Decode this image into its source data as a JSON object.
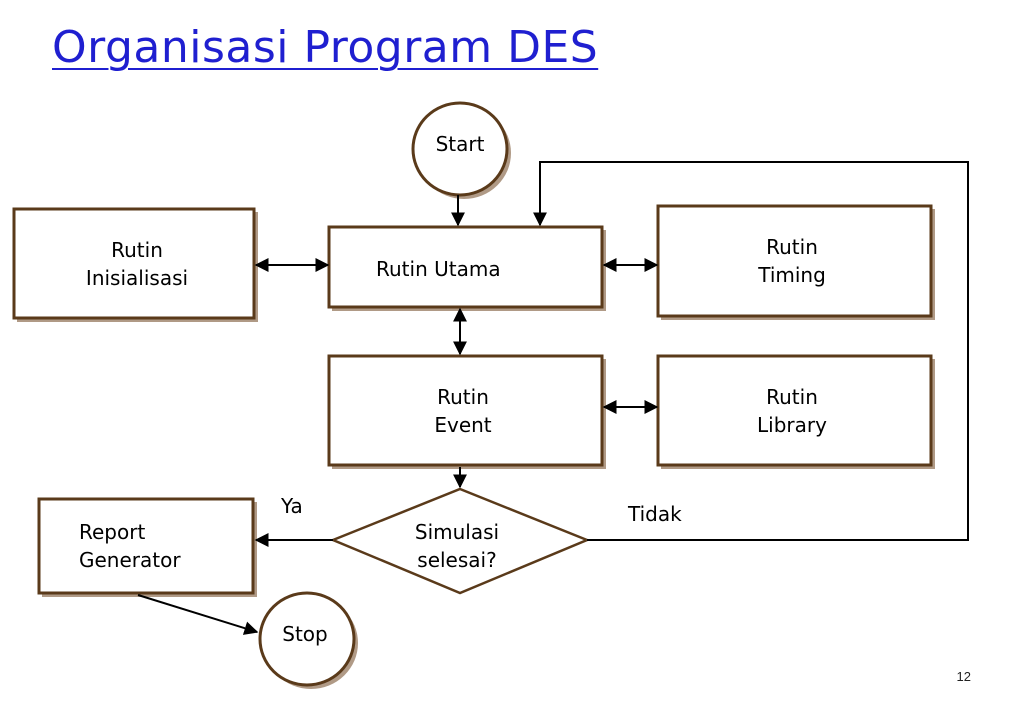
{
  "title": "Organisasi Program DES",
  "page_number": "12",
  "nodes": {
    "start": "Start",
    "stop": "Stop",
    "rutin_inisialisasi": "Rutin\nInisialisasi",
    "rutin_utama": "Rutin Utama",
    "rutin_timing": "Rutin\nTiming",
    "rutin_event": "Rutin\nEvent",
    "rutin_library": "Rutin\nLibrary",
    "report_generator": "Report\nGenerator",
    "decision": "Simulasi\nselesai?"
  },
  "edges": {
    "yes_label": "Ya",
    "no_label": "Tidak"
  },
  "colors": {
    "title": "#1f1fd0",
    "box_border": "#5a3a1a",
    "box_shadow": "#b09a86",
    "line": "#000000"
  }
}
